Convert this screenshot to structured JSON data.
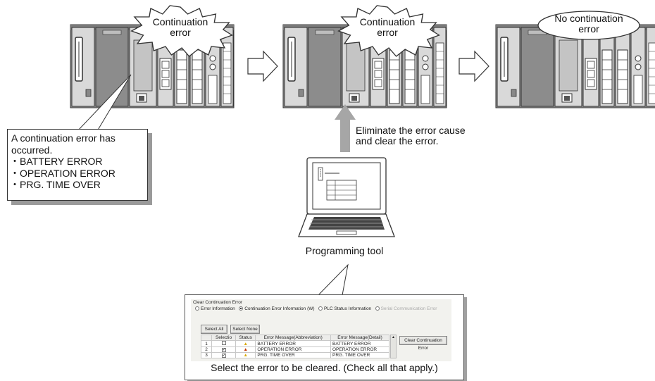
{
  "bubbles": {
    "plc1": "Continuation\nerror",
    "plc2": "Continuation\nerror",
    "plc3": "No continuation\nerror"
  },
  "callout": {
    "intro": "A continuation error has occurred.",
    "items": [
      "BATTERY ERROR",
      "OPERATION ERROR",
      "PRG. TIME OVER"
    ]
  },
  "instruction": "Eliminate the error cause and clear the error.",
  "tool_label": "Programming tool",
  "dialog": {
    "group_title": "Clear Continuation Error",
    "radios": [
      {
        "label": "Error Information",
        "selected": false
      },
      {
        "label": "Continuation Error Information (W)",
        "selected": true
      },
      {
        "label": "PLC Status Information",
        "selected": false
      },
      {
        "label": "Serial Communication Error",
        "selected": false,
        "disabled": true
      }
    ],
    "select_all": "Select All",
    "select_none": "Select None",
    "clear_button": "Clear Continuation Error",
    "columns": [
      "",
      "Selectio",
      "Status",
      "Error Message(Abbreviation)",
      "Error Message(Detail)"
    ],
    "rows": [
      {
        "no": "1",
        "checked": false,
        "abbr": "BATTERY ERROR",
        "detail": "BATTERY ERROR"
      },
      {
        "no": "2",
        "checked": true,
        "abbr": "OPERATION ERROR",
        "detail": "OPERATION ERROR"
      },
      {
        "no": "3",
        "checked": true,
        "abbr": "PRG. TIME OVER",
        "detail": "PRG. TIME OVER"
      }
    ],
    "caption": "Select the error to be cleared. (Check all that apply.)"
  },
  "colors": {
    "outline": "#333333",
    "module_fill": "#d9d9d9",
    "dark_module": "#8c8c8c",
    "arrow_fill": "#a6a6a6",
    "warning": "#f0c000"
  }
}
